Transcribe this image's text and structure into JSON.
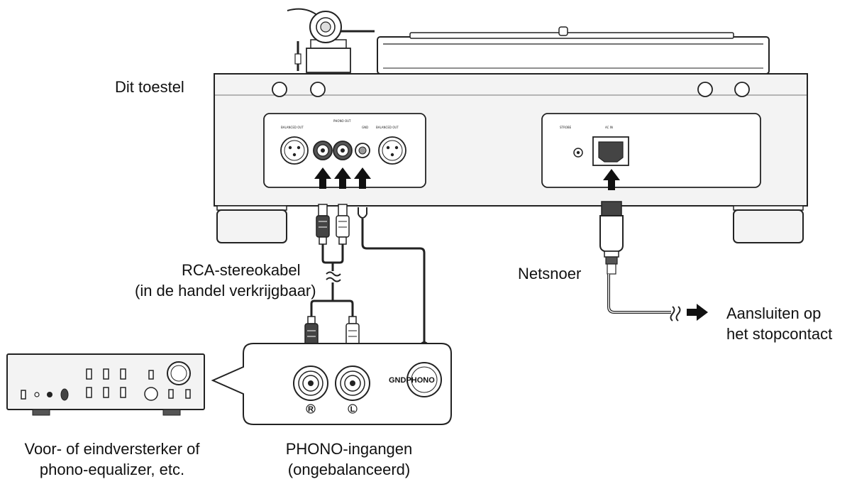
{
  "labels": {
    "device": "Dit toestel",
    "rca_cable_line1": "RCA-stereokabel",
    "rca_cable_line2": "(in de handel verkrijgbaar)",
    "power_cord": "Netsnoer",
    "outlet_line1": "Aansluiten op",
    "outlet_line2": "het stopcontact",
    "amplifier_line1": "Voor- of eindversterker of",
    "amplifier_line2": "phono-equalizer, etc.",
    "phono_inputs_line1": "PHONO-ingangen",
    "phono_inputs_line2": "(ongebalanceerd)"
  },
  "panel_text": {
    "balanced_out_left": "BALANCED OUT",
    "phono_out": "PHONO OUT",
    "balanced_out_right": "BALANCED OUT",
    "gnd": "GND",
    "strobe": "STROBE",
    "ac_in": "AC IN",
    "jack_gnd_phono": "GNDPHONO",
    "jack_r": "R",
    "jack_l": "L"
  }
}
